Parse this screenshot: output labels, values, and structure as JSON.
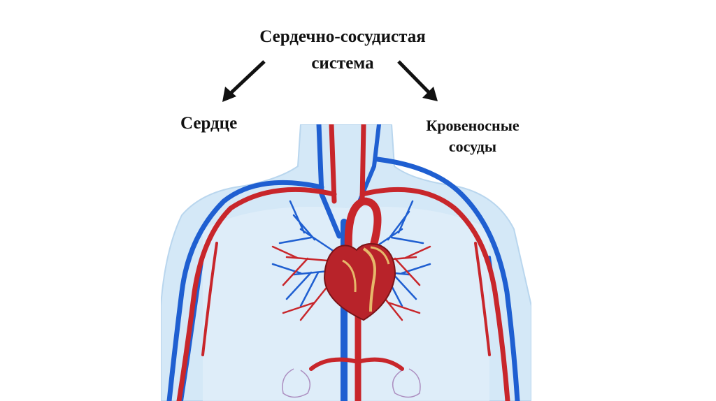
{
  "diagram": {
    "title_line1": "Сердечно-сосудистая",
    "title_line2": "система",
    "left_label": "Сердце",
    "right_label_line1": "Кровеносные",
    "right_label_line2": "сосуды"
  },
  "colors": {
    "artery": "#c8262b",
    "vein": "#1f5fd1",
    "body": "#cfe5f6",
    "text": "#111111"
  },
  "icons": [
    "arrow-left-down-icon",
    "arrow-right-down-icon",
    "heart-icon"
  ]
}
